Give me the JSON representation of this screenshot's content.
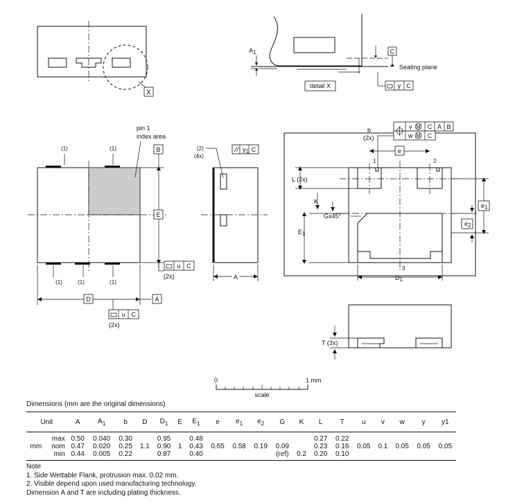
{
  "labels": {
    "x_flag": "X",
    "a1": "A",
    "a1_sub": "1",
    "c_box": "C",
    "seating_plane": "Seating plane",
    "detail": "detail X",
    "y_box": "y",
    "pin1": "pin 1",
    "index_area": "index area",
    "note_ref": "(1)",
    "b_datum": "B",
    "e_dim": "E",
    "u_box": "u",
    "x2": "(2x)",
    "d_dim": "D",
    "a_datum": "A",
    "ref2": "(2)",
    "x4": "(4x)",
    "y1_box": "y",
    "y1_sub": "1",
    "a_dim": "A",
    "b_dim": "b",
    "v_box": "v",
    "w_box": "w",
    "m_sym": "M",
    "e_box": "e",
    "pin_1": "1",
    "pin_2": "2",
    "pin_3": "3",
    "l_label": "L (2x)",
    "k_label": "K",
    "g_label": "Gx45°",
    "e1_label": "E",
    "e1_sub": "1",
    "e1_box": "e",
    "e2_box": "e",
    "sub1": "1",
    "sub2": "2",
    "d1_label": "D",
    "t_label": "T (3x)",
    "scale_zero": "0",
    "scale_one": "1 mm",
    "scale": "scale"
  },
  "dimensions": {
    "title": "Dimensions (mm are the original dimensions)",
    "headers": [
      "Unit",
      "A",
      "A1",
      "b",
      "D",
      "D1",
      "E",
      "E1",
      "e",
      "e1",
      "e2",
      "G",
      "K",
      "L",
      "T",
      "u",
      "v",
      "w",
      "y",
      "y1"
    ],
    "unit": "mm",
    "rows": [
      {
        "label": "max",
        "A": "0.50",
        "A1": "0.040",
        "b": "0.30",
        "D": "",
        "D1": "0.95",
        "E": "",
        "E1": "0.48",
        "e": "",
        "e1": "",
        "e2": "",
        "G": "",
        "K": "",
        "L": "0.27",
        "T": "0.22",
        "u": "",
        "v": "",
        "w": "",
        "y": "",
        "y1": ""
      },
      {
        "label": "nom",
        "A": "0.47",
        "A1": "0.020",
        "b": "0.25",
        "D": "1.1",
        "D1": "0.90",
        "E": "1",
        "E1": "0.43",
        "e": "0.65",
        "e1": "0.58",
        "e2": "0.19",
        "G": "0.09",
        "K": "",
        "L": "0.23",
        "T": "0.16",
        "u": "0.05",
        "v": "0.1",
        "w": "0.05",
        "y": "0.05",
        "y1": "0.05"
      },
      {
        "label": "min",
        "A": "0.44",
        "A1": "0.005",
        "b": "0.22",
        "D": "",
        "D1": "0.87",
        "E": "",
        "E1": "0.40",
        "e": "",
        "e1": "",
        "e2": "",
        "G": "(ref)",
        "K": "0.2",
        "L": "0.20",
        "T": "0.10",
        "u": "",
        "v": "",
        "w": "",
        "y": "",
        "y1": ""
      }
    ]
  },
  "notes": {
    "heading": "Note",
    "items": [
      "1. Side Wettable Flank, protrusion max. 0.02 mm.",
      "2. Visible depend upon used manufacturing technology.",
      "Dimension A and T are including plating thickness."
    ]
  }
}
